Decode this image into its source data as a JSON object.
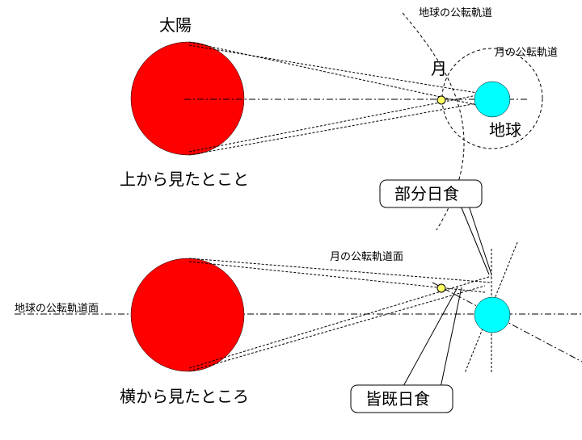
{
  "top_view": {
    "sun_label": "太陽",
    "moon_label": "月",
    "earth_label": "地球",
    "earth_orbit_label": "地球の公転軌道",
    "moon_orbit_label": "月の公転軌道",
    "caption": "上から見たとこと"
  },
  "side_view": {
    "moon_orbit_plane_label": "月の公転軌道面",
    "earth_orbit_plane_label": "地球の公転軌道面",
    "caption": "横から見たところ"
  },
  "callouts": {
    "partial_eclipse": "部分日食",
    "total_eclipse": "皆既日食"
  },
  "colors": {
    "sun": "#ff0000",
    "earth": "#00ffff",
    "moon": "#ffff66"
  }
}
